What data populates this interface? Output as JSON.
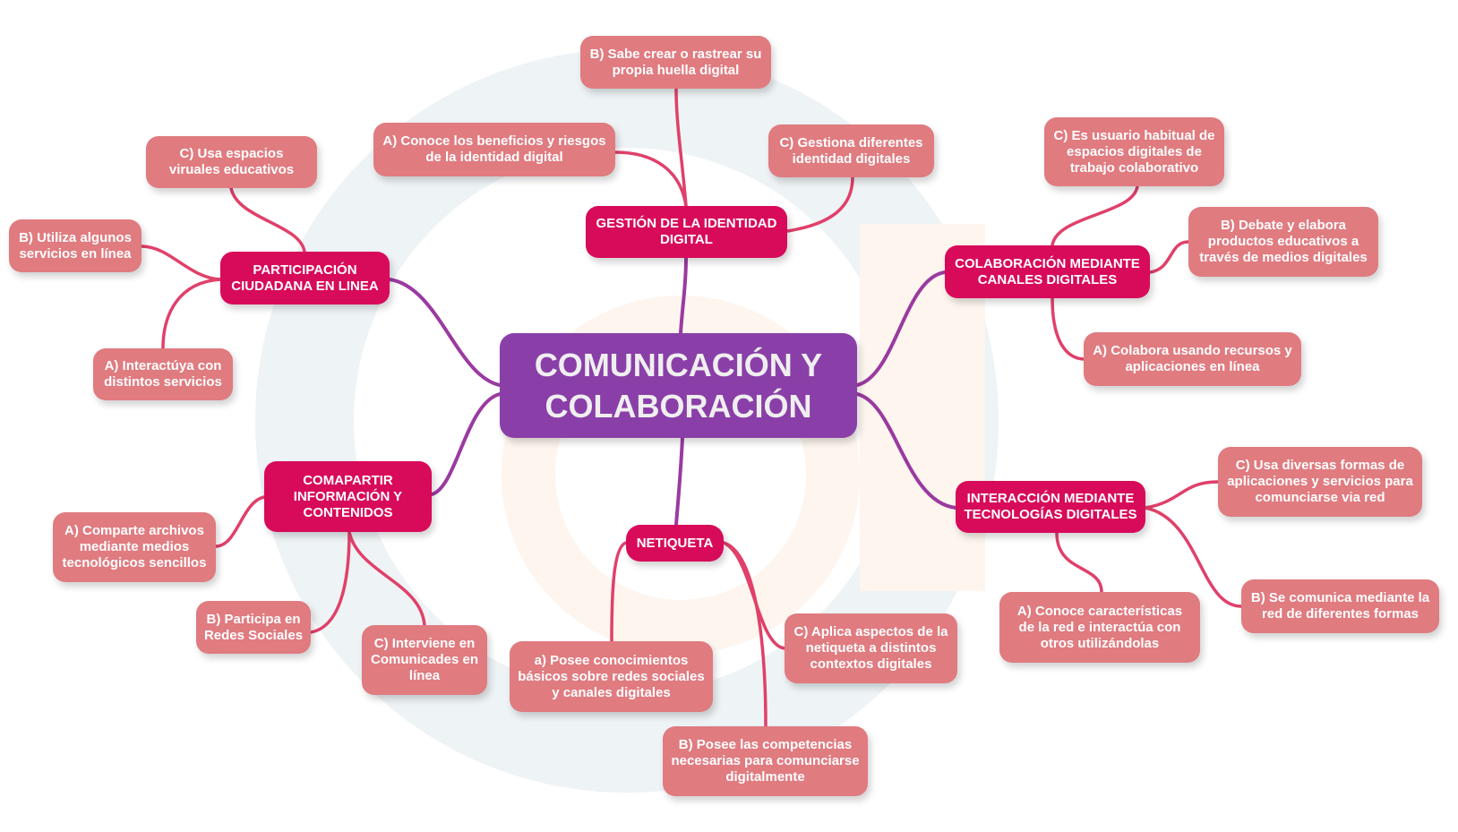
{
  "colors": {
    "center": "#8a3fa8",
    "category": "#d80a5a",
    "leaf": "#e07b80",
    "link": "#e0506f"
  },
  "center": "COMUNICACIÓN Y\nCOLABORACIÓN",
  "gestion": {
    "title": "GESTIÓN DE LA IDENTIDAD\nDIGITAL",
    "a": "A) Conoce los beneficios y riesgos\nde la identidad digital",
    "b": "B) Sabe crear o rastrear su\npropia huella digital",
    "c": "C) Gestiona diferentes\nidentidad digitales"
  },
  "participacion": {
    "title": "PARTICIPACIÓN\nCIUDADANA EN LINEA",
    "a": "A) Interactúya con\ndistintos servicios",
    "b": "B) Utiliza algunos\nservicios en línea",
    "c": "C) Usa espacios\nviruales educativos"
  },
  "colaboracion": {
    "title": "COLABORACIÓN MEDIANTE\nCANALES DIGITALES",
    "a": "A) Colabora usando recursos y\naplicaciones en línea",
    "b": "B) Debate y elabora\nproductos educativos a\ntravés de medios digitales",
    "c": "C) Es usuario habitual de\nespacios digitales de\ntrabajo colaborativo"
  },
  "interaccion": {
    "title": "INTERACCIÓN MEDIANTE\nTECNOLOGÍAS DIGITALES",
    "a": "A) Conoce características\nde la red e interactúa con\notros utilizándolas",
    "b": "B) Se comunica mediante la\nred de diferentes formas",
    "c": "C) Usa diversas formas de\naplicaciones y servicios para\ncomunciarse via red"
  },
  "compartir": {
    "title": "COMAPARTIR\nINFORMACIÓN Y\nCONTENIDOS",
    "a": "A) Comparte archivos\nmediante medios\ntecnológicos sencillos",
    "b": "B) Participa en\nRedes Sociales",
    "c": "C) Interviene en\nComunicades en\nlínea"
  },
  "netiqueta": {
    "title": "NETIQUETA",
    "a": "a) Posee conocimientos\nbásicos sobre redes sociales\ny canales digitales",
    "b": "B) Posee las competencias\nnecesarias para comunciarse\ndigitalmente",
    "c": "C) Aplica aspectos de la\nnetiqueta a distintos\ncontextos digitales"
  }
}
